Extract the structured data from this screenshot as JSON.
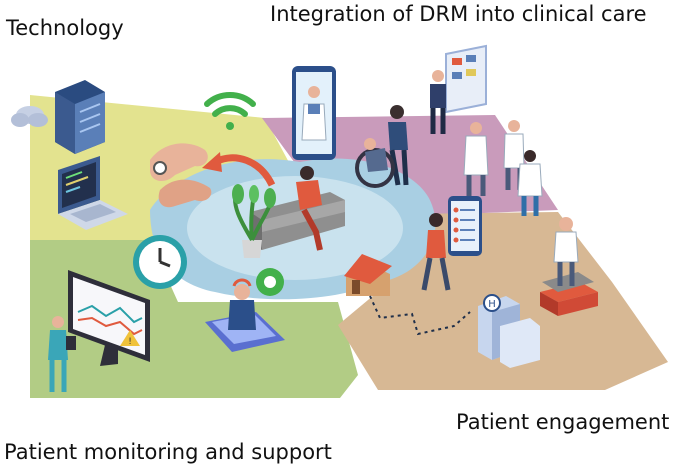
{
  "labels": {
    "technology": "Technology",
    "integration": "Integration of DRM into clinical care",
    "monitoring": "Patient monitoring and support",
    "engagement": "Patient engagement"
  },
  "colors": {
    "technology_zone": "#e3e38f",
    "integration_zone": "#c99bbb",
    "monitoring_zone": "#b2cc85",
    "engagement_zone": "#d7b894",
    "center_splash": "#a9cfe3",
    "center_inner": "#c9e2ee",
    "accent_red": "#e05a3e",
    "server_blue": "#3b5a8f"
  },
  "icons": [
    "cloud-icon",
    "server-icon",
    "wifi-icon",
    "laptop-code-icon",
    "hand-sensor-icon",
    "arrow-icon",
    "tablet-doctor-icon",
    "wheelchair-patient-icon",
    "presenter-board-icon",
    "doctors-group-icon",
    "patient-on-sofa-icon",
    "plant-icon",
    "clock-icon",
    "gear-icon",
    "video-call-icon",
    "monitor-chart-icon",
    "house-icon",
    "hospital-icon",
    "checklist-phone-icon",
    "doctor-on-books-icon",
    "walking-patient-icon",
    "nurse-icon"
  ]
}
